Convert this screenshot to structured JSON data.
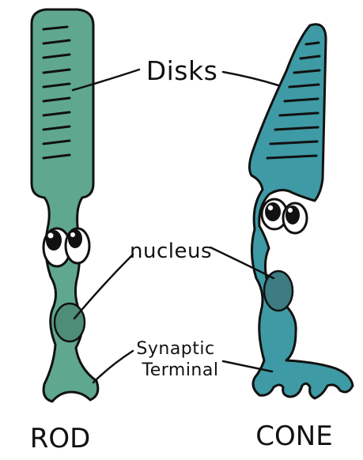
{
  "labels": {
    "disks": "Disks",
    "nucleus": "nucleus",
    "synaptic_line1": "Synaptic",
    "synaptic_line2": "Terminal"
  },
  "cells": {
    "rod": {
      "name": "ROD",
      "color": "#5fa88f"
    },
    "cone": {
      "name": "CONE",
      "color": "#3e9aa5"
    }
  },
  "colors": {
    "outline": "#111111",
    "nucleus_rod": "#4e8e78",
    "nucleus_cone": "#3c7c82",
    "eye_white": "#ffffff",
    "pupil": "#111111"
  }
}
